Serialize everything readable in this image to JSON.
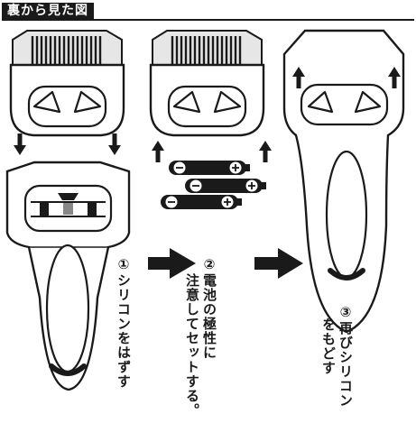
{
  "header": {
    "title": "裏から見た図"
  },
  "steps": [
    {
      "number": "①",
      "lines": [
        "シリコンをはずす"
      ]
    },
    {
      "number": "②",
      "lines": [
        "電池の極性に",
        "注意してセットする。"
      ]
    },
    {
      "number": "③",
      "lines": [
        "再びシリコン",
        "をもどす"
      ]
    }
  ],
  "icons": {
    "arrow_down": "arrow-down-icon",
    "arrow_up": "arrow-up-icon",
    "arrow_right": "arrow-right-icon",
    "battery": "battery-icon",
    "plus_sign": "plus-icon",
    "minus_sign": "minus-icon"
  },
  "colors": {
    "ink": "#1a1a1a",
    "paper": "#ffffff",
    "shade": "#d8d8d8"
  }
}
